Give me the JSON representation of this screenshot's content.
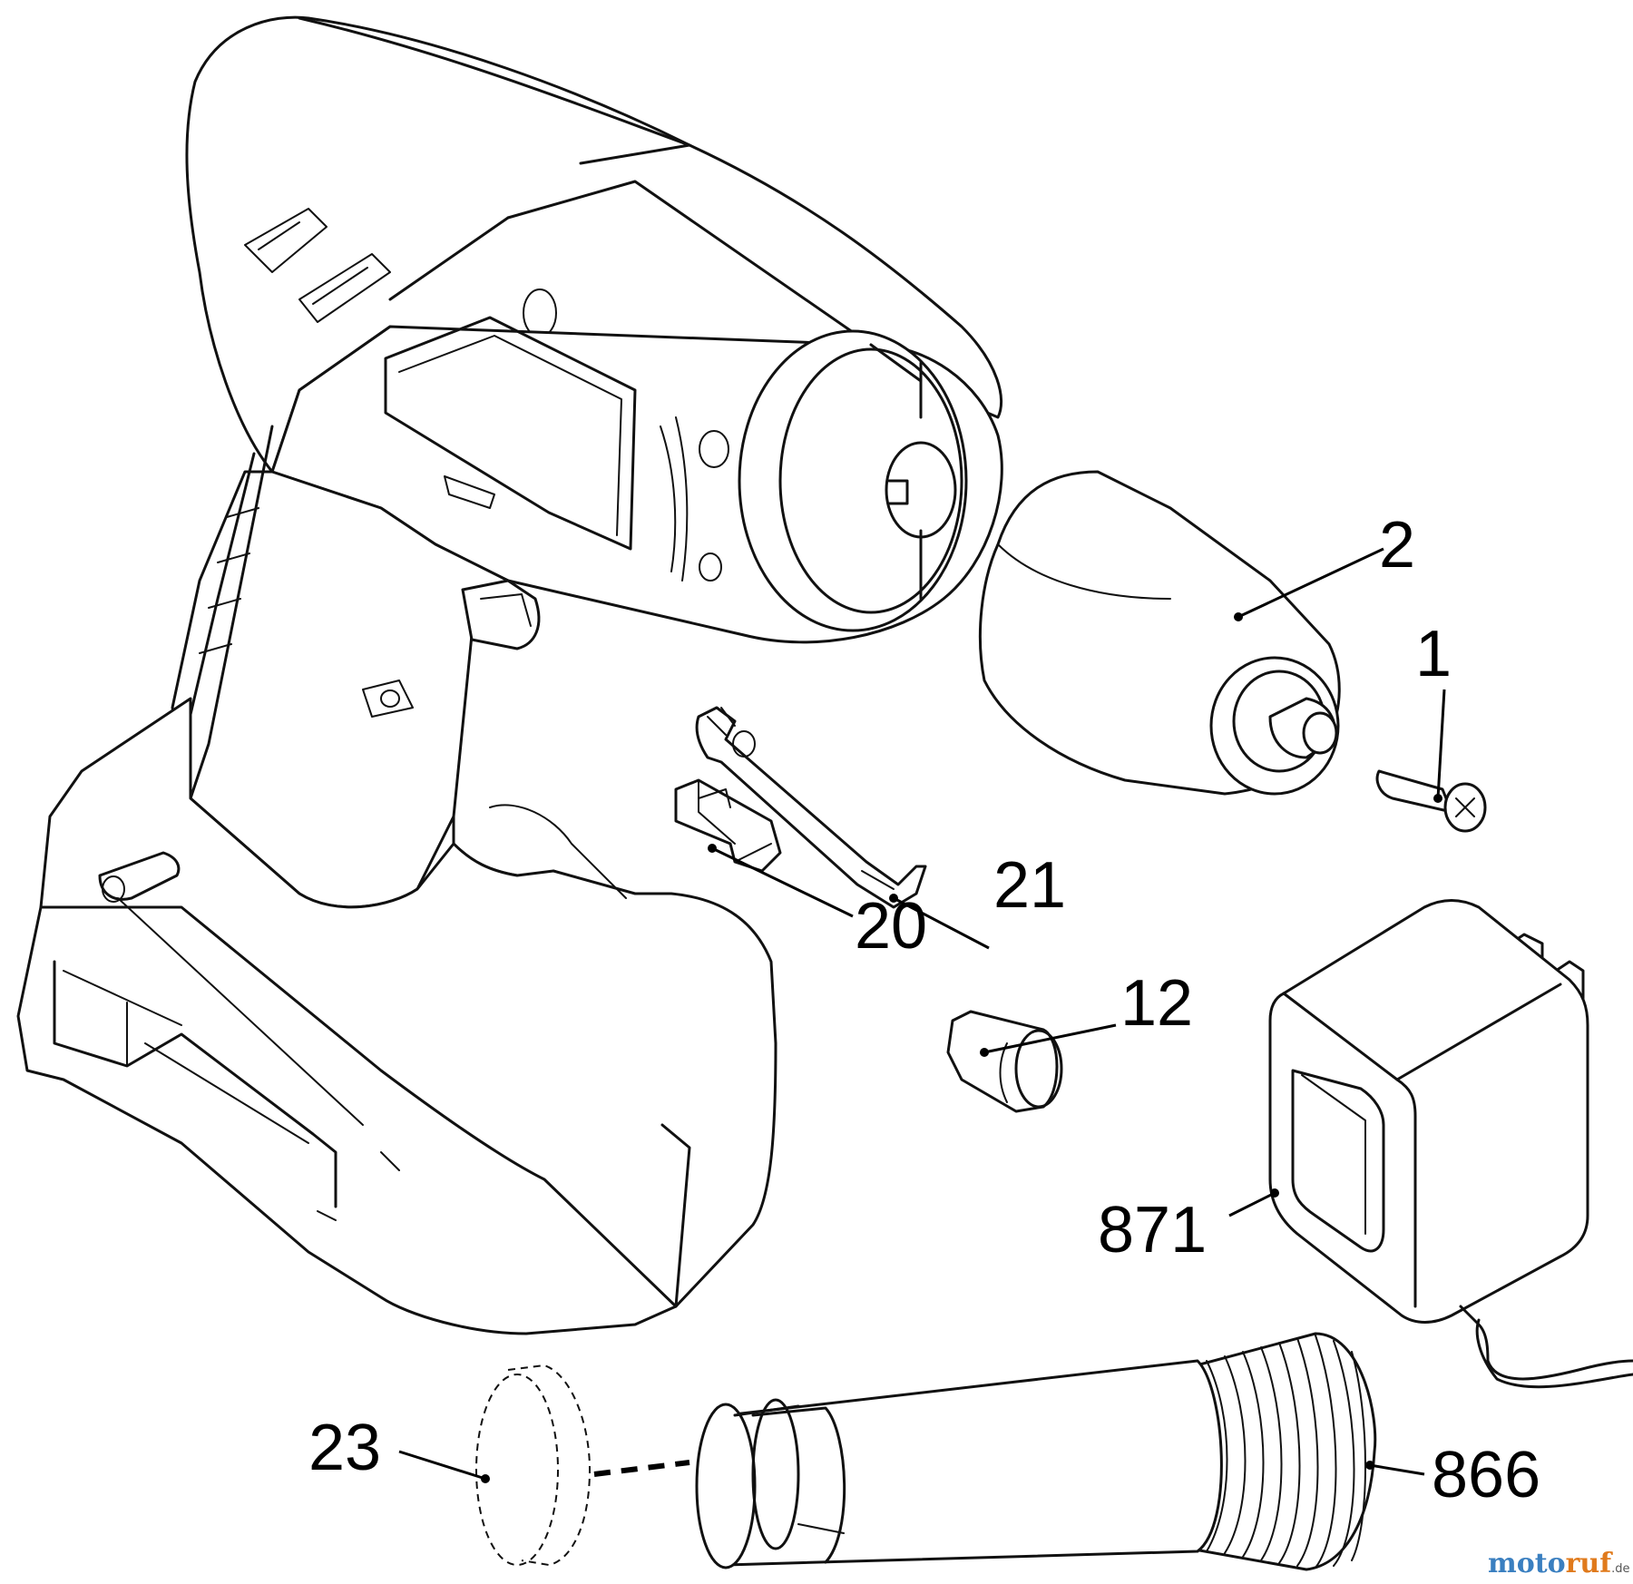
{
  "callouts": {
    "p2": "2",
    "p1": "1",
    "p21": "21",
    "p20": "20",
    "p12": "12",
    "p871": "871",
    "p23": "23",
    "p866": "866"
  },
  "watermark": {
    "brand": "motoruf",
    "tld": ".de",
    "colors": {
      "moto": "#3a7fc0",
      "ruf": "#e07a1c",
      "tld": "#555555"
    }
  },
  "line_color": "#111111",
  "background": "#ffffff"
}
